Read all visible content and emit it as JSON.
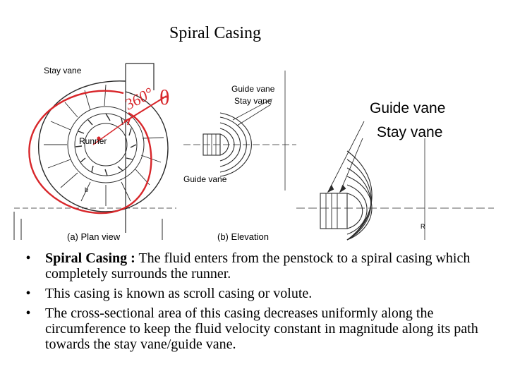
{
  "slide": {
    "title": "Spiral Casing"
  },
  "figure": {
    "labels": {
      "stay_vane_left": "Stay vane",
      "guide_vane_top": "Guide vane",
      "stay_vane_top": "Stay vane",
      "runner": "Runner",
      "guide_vane_bottom": "Guide vane",
      "plan_view": "(a) Plan view",
      "elevation": "(b) Elevation",
      "guide_vane_big": "Guide vane",
      "stay_vane_big": "Stay vane",
      "marker_b": "b",
      "marker_r": "R"
    },
    "annotation": {
      "angle": "360°",
      "theta": "θ"
    },
    "colors": {
      "red_ink": "#d8262a",
      "line": "#2a2a2a"
    }
  },
  "bullets": [
    {
      "bold": "Spiral Casing :",
      "text": " The fluid enters from the penstock to a spiral casing which completely surrounds the runner."
    },
    {
      "bold": "",
      "text": "This casing is known as scroll casing or volute."
    },
    {
      "bold": "",
      "text": "The cross-sectional area of this casing decreases uniformly along the circumference to keep the fluid velocity constant in magnitude along its path towards the stay vane/guide vane."
    }
  ],
  "bullet_symbol": "•"
}
